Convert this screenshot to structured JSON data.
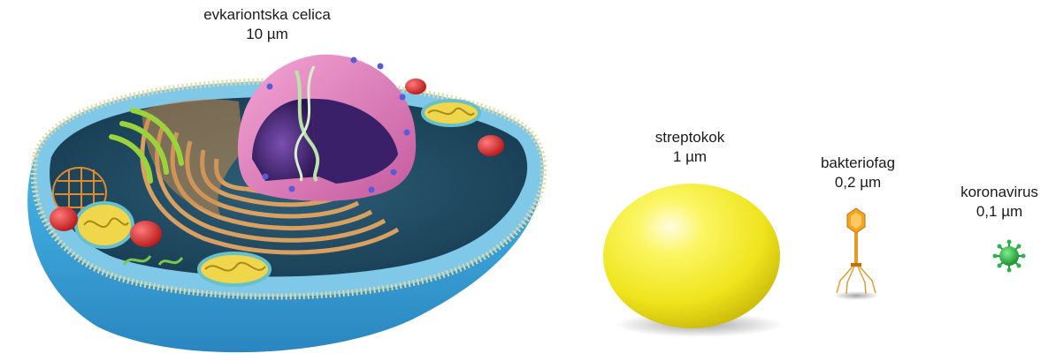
{
  "organisms": [
    {
      "name": "evkariontska celica",
      "size": "10 µm",
      "icon": "eukaryotic-cell"
    },
    {
      "name": "streptokok",
      "size": "1 µm",
      "icon": "streptococcus-sphere"
    },
    {
      "name": "bakteriofag",
      "size": "0,2 µm",
      "icon": "bacteriophage"
    },
    {
      "name": "koronavirus",
      "size": "0,1 µm",
      "icon": "coronavirus"
    }
  ],
  "colors": {
    "membrane_blue": "#3aa3d6",
    "membrane_beads": "#e6d9a0",
    "cytoplasm_orange": "#d9a060",
    "nucleus_pink": "#e38ac0",
    "nucleus_inner": "#4a2a7a",
    "mitochondria_yellow": "#f0d64a",
    "lysosome_red": "#d92b2b",
    "golgi_green": "#9bd43a",
    "streptococcus_yellow": "#f2ec2a",
    "phage_orange": "#f0a020",
    "corona_green": "#2db34a"
  }
}
